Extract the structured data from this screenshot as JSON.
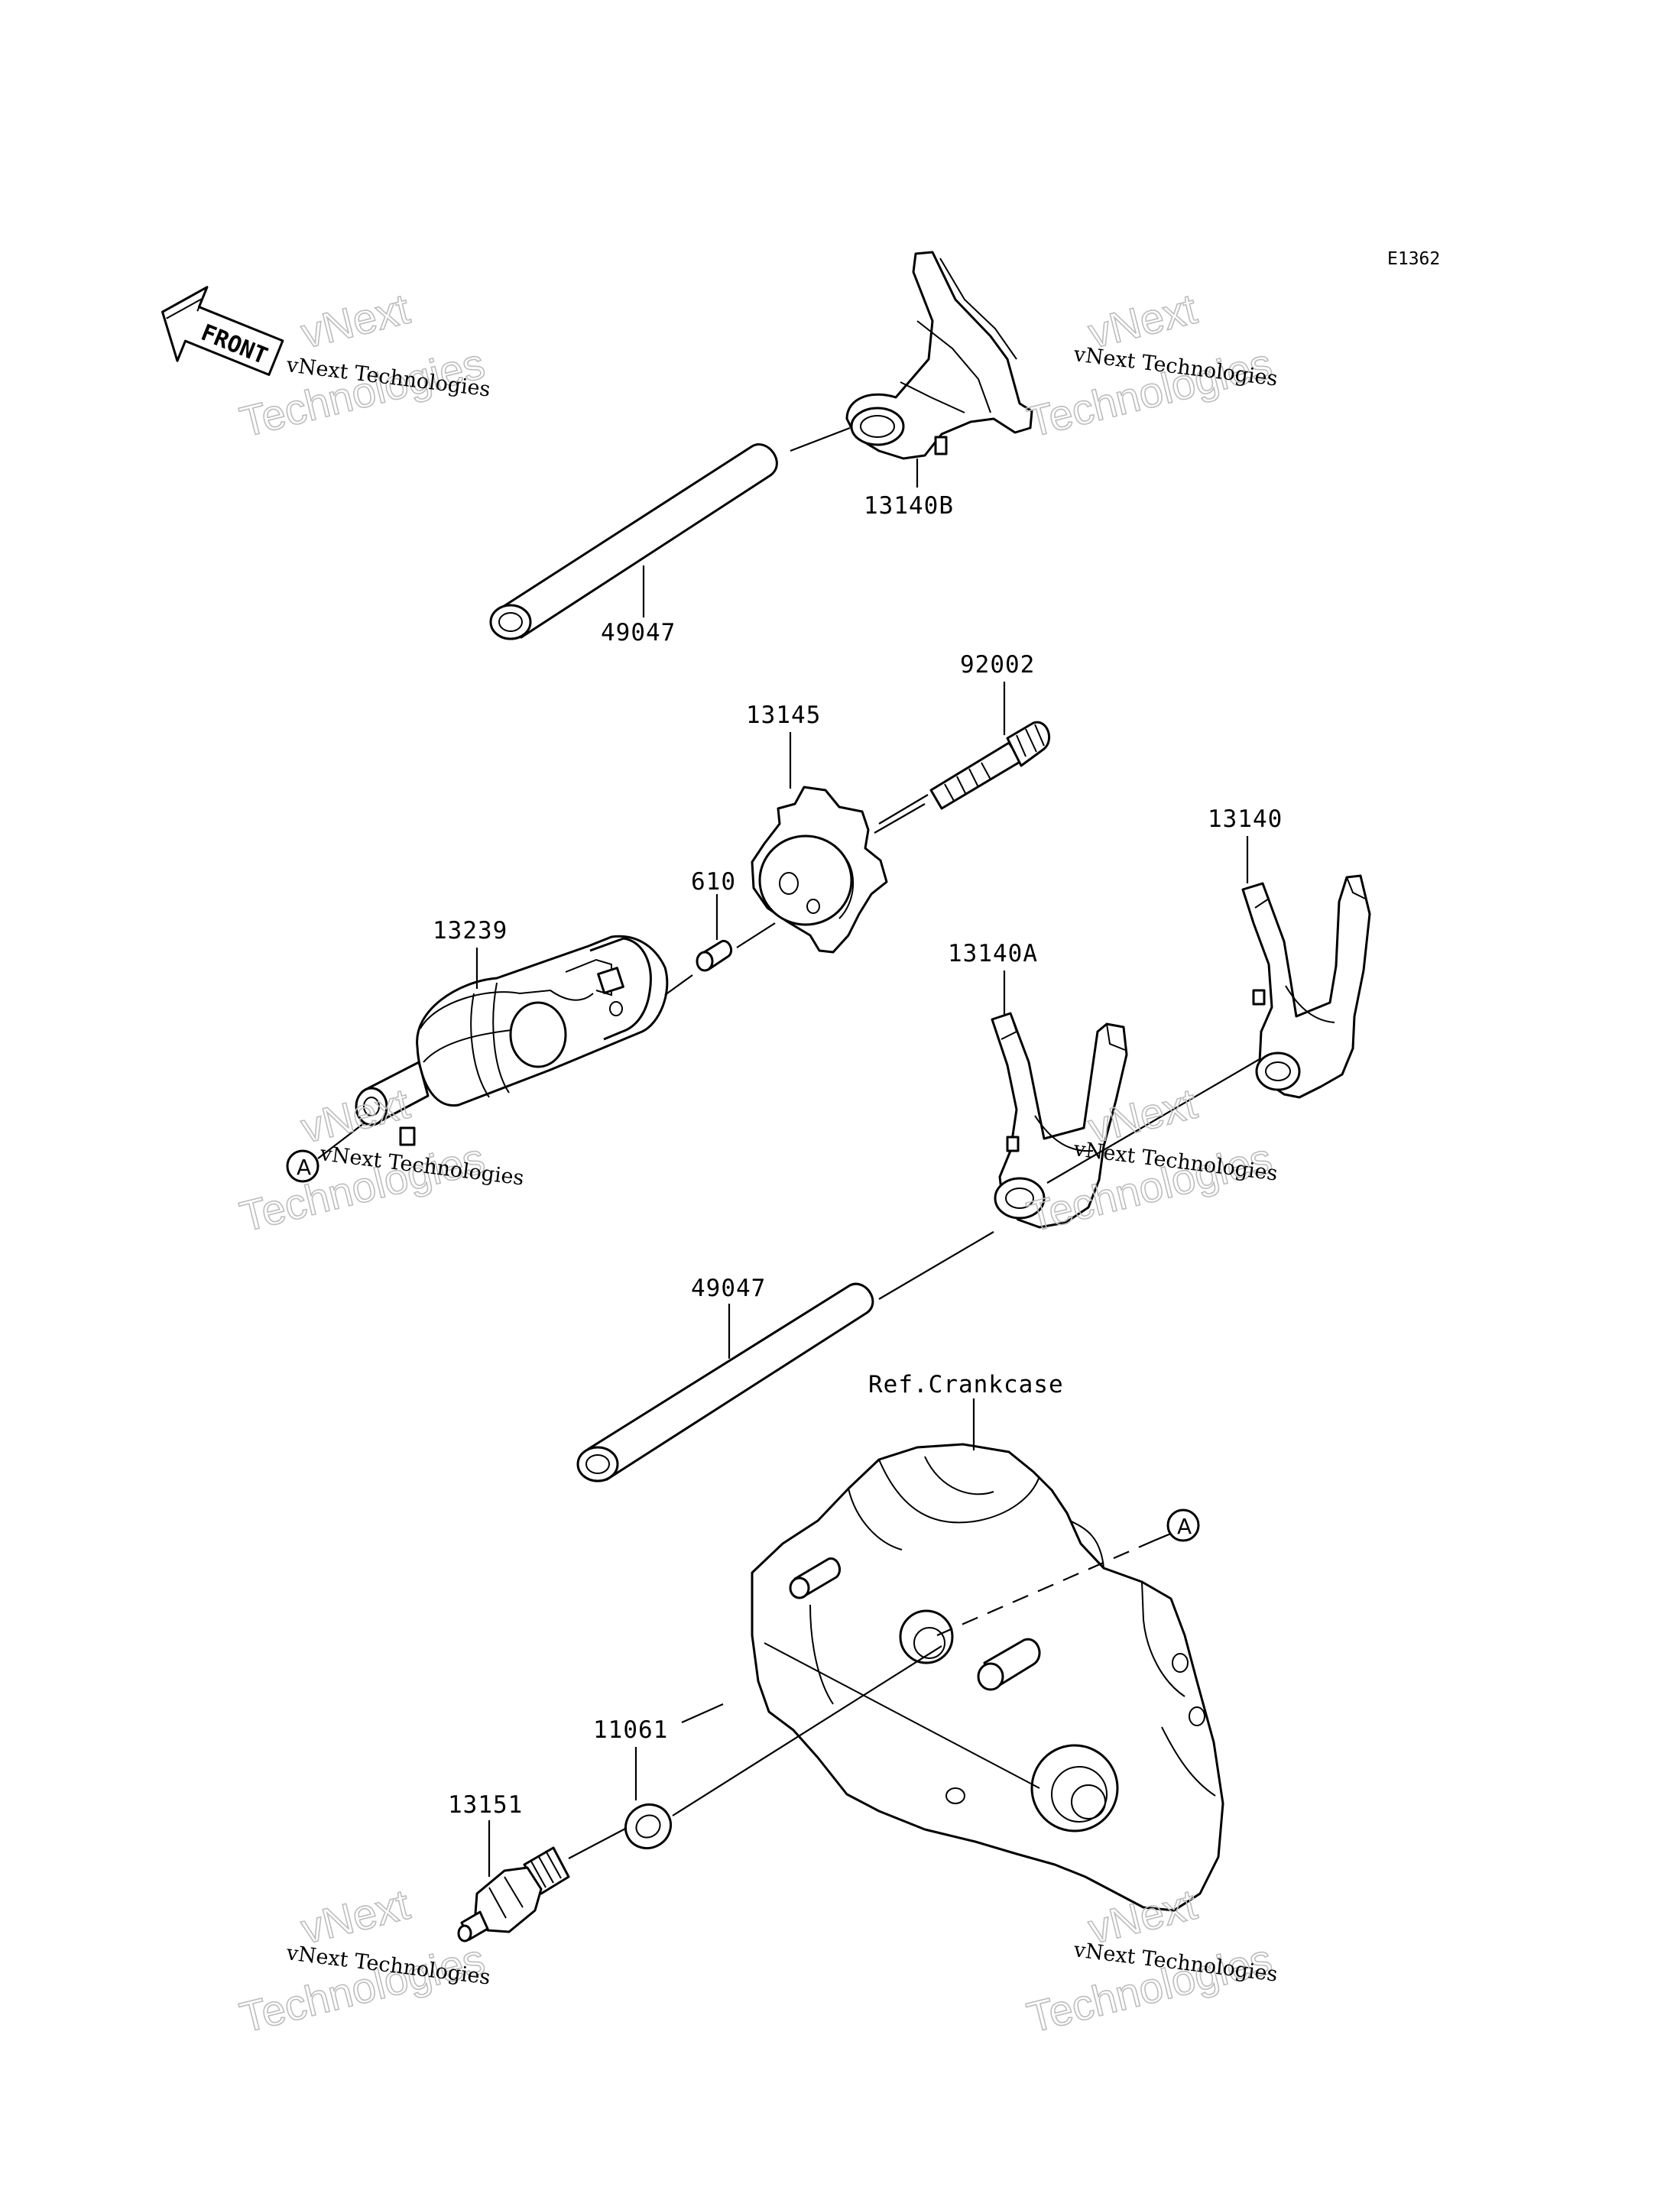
{
  "diagram_code": "E1362",
  "front_arrow": {
    "label": "FRONT",
    "icon": "front-arrow-icon"
  },
  "parts": {
    "p13140B": "13140B",
    "p49047_top": "49047",
    "p92002": "92002",
    "p13145": "13145",
    "p610": "610",
    "p13239": "13239",
    "p13140": "13140",
    "p13140A": "13140A",
    "p49047_mid": "49047",
    "p11061": "11061",
    "p13151": "13151"
  },
  "reference": {
    "crankcase": "Ref.Crankcase"
  },
  "callouts": {
    "a1": "A",
    "a2": "A"
  },
  "watermark": {
    "line1": "vNext Technologies",
    "line2": "vNext",
    "line3": "Technologies"
  }
}
